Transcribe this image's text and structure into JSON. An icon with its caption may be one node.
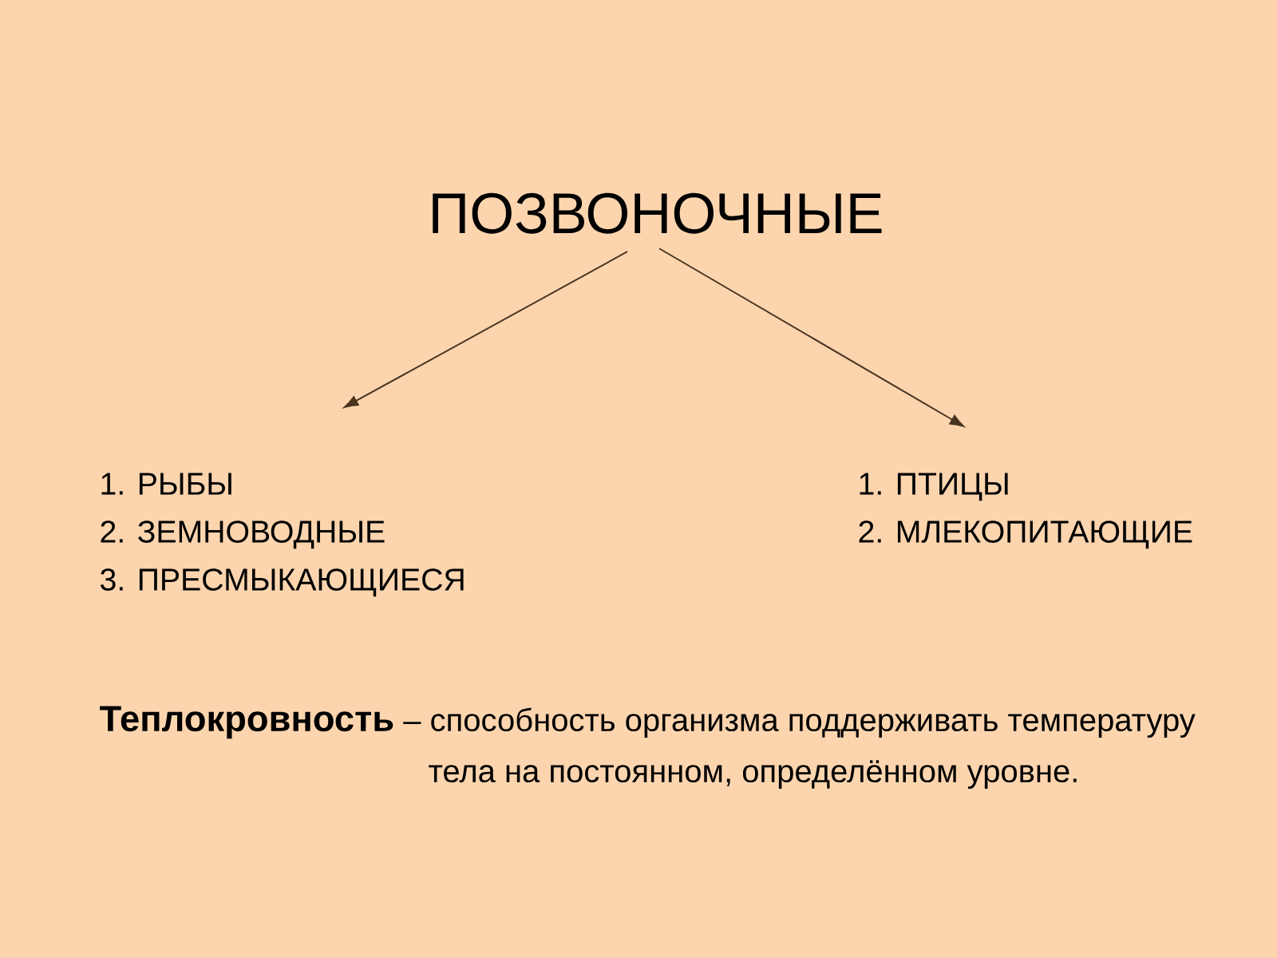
{
  "diagram": {
    "nodes": [
      {
        "text": [
          "ПОЗВОНОЧНЫЕ"
        ]
      },
      {
        "text": [
          "1. РЫБЫ",
          "2. ЗЕМНОВОДНЫЕ",
          "3. ПРЕСМЫКАЮЩИЕСЯ"
        ]
      },
      {
        "text": [
          "1. ПТИЦЫ",
          "2. МЛЕКОПИТАЮЩИЕ"
        ]
      }
    ],
    "edges": [
      {
        "from": 0,
        "to": 1,
        "arrow": "to"
      },
      {
        "from": 0,
        "to": 2,
        "arrow": "to"
      }
    ],
    "labels": [
      "**Теплокровность** – способность организма поддерживать температуру тела на постоянном, определённом уровне."
    ]
  }
}
